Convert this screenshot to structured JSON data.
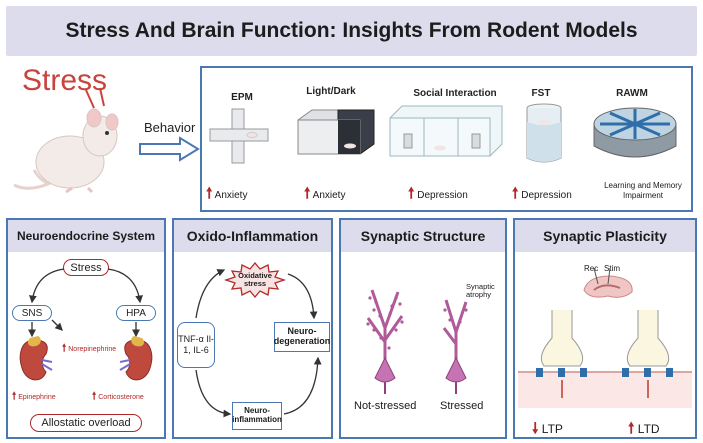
{
  "title": "Stress And Brain Function: Insights From Rodent Models",
  "stress_label": "Stress",
  "behavior_label": "Behavior",
  "tests": [
    {
      "name": "EPM",
      "effect": "Anxiety"
    },
    {
      "name": "Light/Dark",
      "effect": "Anxiety"
    },
    {
      "name": "Social Interaction",
      "effect": "Depression"
    },
    {
      "name": "FST",
      "effect": "Depression"
    },
    {
      "name": "RAWM",
      "effect": "Learning and Memory Impairment"
    }
  ],
  "neuro": {
    "title": "Neuroendocrine System",
    "stress": "Stress",
    "sns": "SNS",
    "hpa": "HPA",
    "norepinephrine": "Norepinephrine",
    "epinephrine": "Epinephrine",
    "corticosterone": "Corticosterone",
    "allostatic": "Allostatic overload"
  },
  "oxido": {
    "title": "Oxido-Inflammation",
    "oxidative": "Oxidative stress",
    "cytokines": "TNF-α Il-1, IL-6",
    "neurodegeneration": "Neuro-degeneration",
    "neuroinflammation": "Neuro-inflammation"
  },
  "synaptic_structure": {
    "title": "Synaptic Structure",
    "atrophy": "Synaptic atrophy",
    "not_stressed": "Not-stressed",
    "stressed": "Stressed"
  },
  "plasticity": {
    "title": "Synaptic Plasticity",
    "rec": "Rec",
    "stim": "Stim",
    "ltp": "LTP",
    "ltd": "LTD"
  },
  "colors": {
    "panel_border": "#4b78b3",
    "header_bg": "#dcdcec",
    "stress_red": "#c8443c",
    "dark_red": "#b02a2a"
  }
}
